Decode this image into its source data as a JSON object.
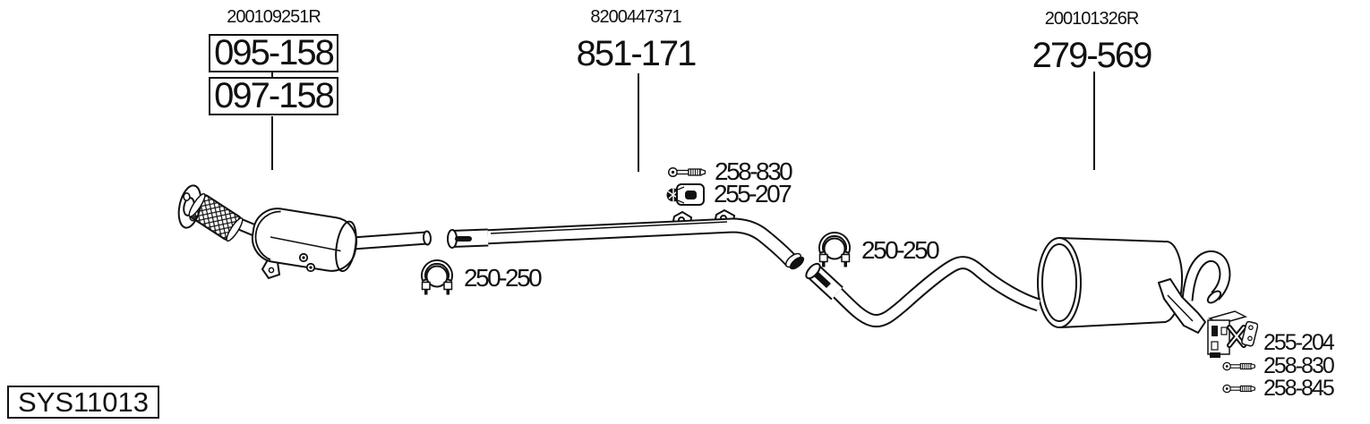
{
  "page": {
    "background": "#ffffff",
    "ink": "#111111"
  },
  "diagram_code": "SYS11013",
  "groups": {
    "front": {
      "oe_ref": "200109251R",
      "parts": [
        {
          "number": "095-158"
        },
        {
          "number": "097-158"
        }
      ],
      "component": "front-pipe-catalytic-converter"
    },
    "middle": {
      "oe_ref": "8200447371",
      "part": "851-171",
      "component": "centre-pipe"
    },
    "rear": {
      "oe_ref": "200101326R",
      "part": "279-569",
      "component": "rear-silencer"
    }
  },
  "callouts": {
    "bolt_mid": {
      "part": "258-830",
      "icon": "bolt-icon"
    },
    "hanger_mid": {
      "part": "255-207",
      "icon": "rubber-hanger-icon"
    },
    "clamp_front": {
      "part": "250-250",
      "icon": "pipe-clamp-icon"
    },
    "clamp_rear": {
      "part": "250-250",
      "icon": "pipe-clamp-icon"
    },
    "mount_rear": {
      "part": "255-204",
      "icon": "mount-assembly-icon"
    },
    "bolt_rear_1": {
      "part": "258-830",
      "icon": "bolt-icon"
    },
    "bolt_rear_2": {
      "part": "258-845",
      "icon": "bolt-icon"
    }
  }
}
